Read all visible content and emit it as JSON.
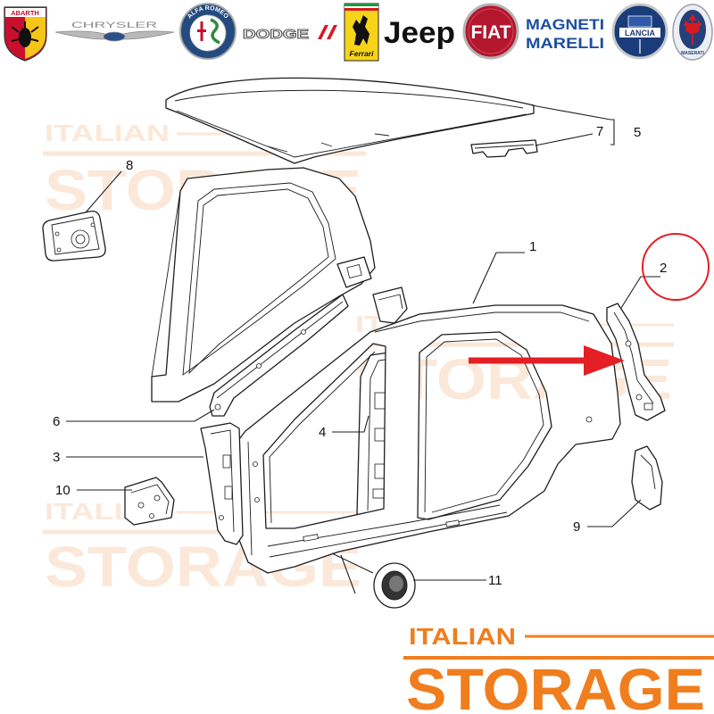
{
  "brands": {
    "abarth": "ABARTH",
    "chrysler": "CHRYSLER",
    "alfa_romeo": "ALFA ROMEO",
    "dodge": "DODGE",
    "ferrari": "Ferrari",
    "jeep": "Jeep",
    "fiat": "FIAT",
    "magneti_marelli": [
      "MAGNETI",
      "MARELLI"
    ],
    "lancia": "LANCIA",
    "maserati": "MASERATI"
  },
  "callouts": {
    "p1": "1",
    "p2": "2",
    "p3": "3",
    "p4": "4",
    "p5": "5",
    "p6": "6",
    "p7": "7",
    "p8": "8",
    "p9": "9",
    "p10": "10",
    "p11": "11"
  },
  "watermark": {
    "line1": "ITALIAN",
    "line2": "STORAGE"
  },
  "logo": {
    "line1": "ITALIAN",
    "line2": "STORAGE"
  },
  "colors": {
    "logo_orange": "#f07d1e",
    "watermark_orange": "#f3b98c",
    "highlight_red": "#e31e24",
    "line_art": "#1d1d1d"
  }
}
